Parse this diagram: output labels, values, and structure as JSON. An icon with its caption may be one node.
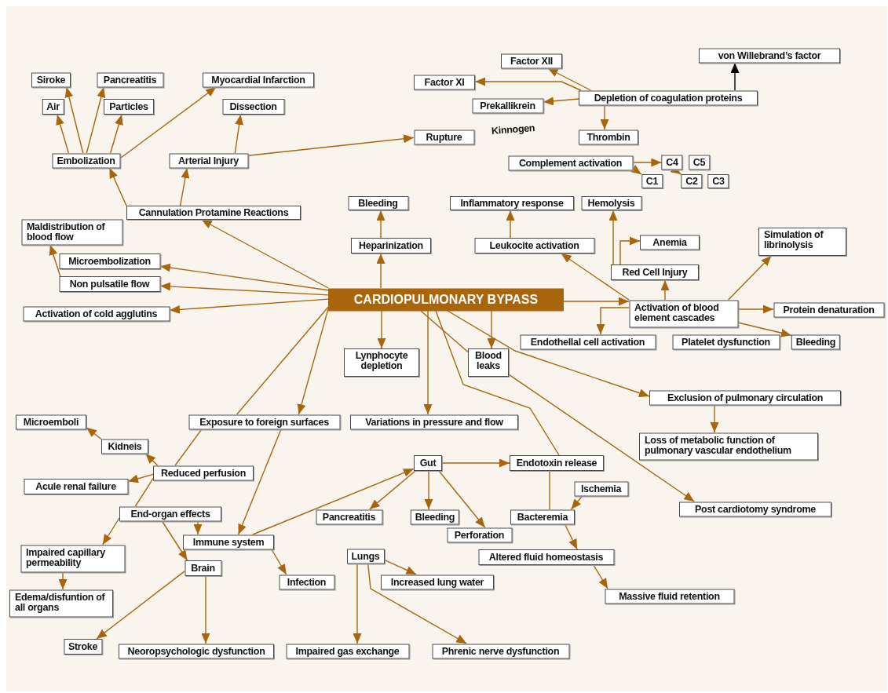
{
  "diagram": {
    "nodes": [
      {
        "text": [
          "CARDIOPULMONARY BYPASS"
        ]
      },
      {
        "text": [
          "Siroke"
        ]
      },
      {
        "text": [
          "Pancreatitis"
        ]
      },
      {
        "text": [
          "Myocardial Infarction"
        ]
      },
      {
        "text": [
          "Air"
        ]
      },
      {
        "text": [
          "Particles"
        ]
      },
      {
        "text": [
          "Dissection"
        ]
      },
      {
        "text": [
          "Embolization"
        ]
      },
      {
        "text": [
          "Arterial Injury"
        ]
      },
      {
        "text": [
          "Rupture"
        ]
      },
      {
        "text": [
          "Factor XII"
        ]
      },
      {
        "text": [
          "Factor XI"
        ]
      },
      {
        "text": [
          "Prekallikrein"
        ]
      },
      {
        "text": [
          "Depletion of coagulation proteins"
        ]
      },
      {
        "text": [
          "von Willebrand’s factor"
        ]
      },
      {
        "text": [
          "Thrombin"
        ]
      },
      {
        "text": [
          "Complement activation"
        ]
      },
      {
        "text": [
          "C4"
        ]
      },
      {
        "text": [
          "C5"
        ]
      },
      {
        "text": [
          "C1"
        ]
      },
      {
        "text": [
          "C2"
        ]
      },
      {
        "text": [
          "C3"
        ]
      },
      {
        "text": [
          "Cannulation Protamine Reactions"
        ]
      },
      {
        "text": [
          "Maldistribution of blood flow"
        ]
      },
      {
        "text": [
          "Microembolization"
        ]
      },
      {
        "text": [
          "Non pulsatile flow"
        ]
      },
      {
        "text": [
          "Activation of cold agglutins"
        ]
      },
      {
        "text": [
          "Bleeding"
        ]
      },
      {
        "text": [
          "Heparinization"
        ]
      },
      {
        "text": [
          "Inflammatory response"
        ]
      },
      {
        "text": [
          "Leukocite activation"
        ]
      },
      {
        "text": [
          "Hemolysis"
        ]
      },
      {
        "text": [
          "Anemia"
        ]
      },
      {
        "text": [
          "Red Cell Injury"
        ]
      },
      {
        "text": [
          "Simulation of librinolysis"
        ]
      },
      {
        "text": [
          "Activation of blood element cascades"
        ]
      },
      {
        "text": [
          "Protein denaturation"
        ]
      },
      {
        "text": [
          "Endothellal cell activation"
        ]
      },
      {
        "text": [
          "Platelet dysfunction"
        ]
      },
      {
        "text": [
          "Bleeding"
        ]
      },
      {
        "text": [
          "Lynphocyte depletion"
        ]
      },
      {
        "text": [
          "Blood leaks"
        ]
      },
      {
        "text": [
          "Exclusion of pulmonary circulation"
        ]
      },
      {
        "text": [
          "Loss of metabolic function of pulmonary vascular endothelium"
        ]
      },
      {
        "text": [
          "Exposure to foreign surfaces"
        ]
      },
      {
        "text": [
          "Variations in pressure and flow"
        ]
      },
      {
        "text": [
          "Microemboli"
        ]
      },
      {
        "text": [
          "Kidneis"
        ]
      },
      {
        "text": [
          "Reduced perfusion"
        ]
      },
      {
        "text": [
          "Acule renal failure"
        ]
      },
      {
        "text": [
          "Gut"
        ]
      },
      {
        "text": [
          "Endotoxin release"
        ]
      },
      {
        "text": [
          "Ischemia"
        ]
      },
      {
        "text": [
          "Post cardiotomy syndrome"
        ]
      },
      {
        "text": [
          "End-organ effects"
        ]
      },
      {
        "text": [
          "Pancreatitis"
        ]
      },
      {
        "text": [
          "Bleeding"
        ]
      },
      {
        "text": [
          "Perforation"
        ]
      },
      {
        "text": [
          "Bacteremia"
        ]
      },
      {
        "text": [
          "Immune system"
        ]
      },
      {
        "text": [
          "Impaired capillary permeability"
        ]
      },
      {
        "text": [
          "Brain"
        ]
      },
      {
        "text": [
          "Infection"
        ]
      },
      {
        "text": [
          "Lungs"
        ]
      },
      {
        "text": [
          "Increased lung water"
        ]
      },
      {
        "text": [
          "Altered fluid homeostasis"
        ]
      },
      {
        "text": [
          "Edema/disfuntion of all organs"
        ]
      },
      {
        "text": [
          "Massive fluid retention"
        ]
      },
      {
        "text": [
          "Stroke"
        ]
      },
      {
        "text": [
          "Neoropsychologic dysfunction"
        ]
      },
      {
        "text": [
          "Impaired gas exchange"
        ]
      },
      {
        "text": [
          "Phrenic nerve dysfunction"
        ]
      }
    ],
    "edges": [
      {
        "from": 7,
        "to": 1,
        "arrow": "to"
      },
      {
        "from": 7,
        "to": 2,
        "arrow": "to"
      },
      {
        "from": 7,
        "to": 4,
        "arrow": "to"
      },
      {
        "from": 7,
        "to": 5,
        "arrow": "to"
      },
      {
        "from": 7,
        "to": 3,
        "arrow": "to"
      },
      {
        "from": 8,
        "to": 6,
        "arrow": "to"
      },
      {
        "from": 8,
        "to": 9,
        "arrow": "to"
      },
      {
        "from": 22,
        "to": 7,
        "arrow": "to"
      },
      {
        "from": 22,
        "to": 8,
        "arrow": "to"
      },
      {
        "from": 0,
        "to": 22,
        "arrow": "to"
      },
      {
        "from": 0,
        "to": 24,
        "arrow": "to"
      },
      {
        "from": 0,
        "to": 25,
        "arrow": "to"
      },
      {
        "from": 0,
        "to": 26,
        "arrow": "to"
      },
      {
        "from": 25,
        "to": 23,
        "arrow": "to"
      },
      {
        "from": 0,
        "to": 28,
        "arrow": "to"
      },
      {
        "from": 28,
        "to": 27,
        "arrow": "to"
      },
      {
        "from": 0,
        "to": 35,
        "arrow": "to"
      },
      {
        "from": 35,
        "to": 33,
        "arrow": "to"
      },
      {
        "from": 33,
        "to": 31,
        "arrow": "to"
      },
      {
        "from": 33,
        "to": 32,
        "arrow": "to"
      },
      {
        "from": 35,
        "to": 30,
        "arrow": "to"
      },
      {
        "from": 30,
        "to": 29,
        "arrow": "to"
      },
      {
        "from": 35,
        "to": 34,
        "arrow": "to"
      },
      {
        "from": 35,
        "to": 36,
        "arrow": "to"
      },
      {
        "from": 35,
        "to": 39,
        "arrow": "to"
      },
      {
        "from": 35,
        "to": 37,
        "arrow": "to"
      },
      {
        "from": 13,
        "to": 10,
        "arrow": "to"
      },
      {
        "from": 13,
        "to": 11,
        "arrow": "to"
      },
      {
        "from": 13,
        "to": 12,
        "arrow": "to"
      },
      {
        "from": 13,
        "to": 14,
        "arrow": "to",
        "color": "#000000"
      },
      {
        "from": 13,
        "to": 15,
        "arrow": "to"
      },
      {
        "from": 16,
        "to": 17,
        "arrow": "to"
      },
      {
        "from": 16,
        "to": 19,
        "arrow": "to"
      },
      {
        "from": 17,
        "to": 20,
        "arrow": "to"
      },
      {
        "from": 0,
        "to": 40,
        "arrow": "to"
      },
      {
        "from": 0,
        "to": 45,
        "arrow": "to"
      },
      {
        "from": 0,
        "to": 41,
        "arrow": "to"
      },
      {
        "from": 0,
        "to": 51,
        "arrow": "none"
      },
      {
        "from": 0,
        "to": 41,
        "arrow": "none"
      },
      {
        "from": 0,
        "to": 42,
        "arrow": "to"
      },
      {
        "from": 42,
        "to": 43,
        "arrow": "to"
      },
      {
        "from": 0,
        "to": 44,
        "arrow": "to"
      },
      {
        "from": 0,
        "to": 44,
        "arrow": "none"
      },
      {
        "from": 44,
        "to": 59,
        "arrow": "to"
      },
      {
        "from": 48,
        "to": 47,
        "arrow": "to"
      },
      {
        "from": 48,
        "to": 49,
        "arrow": "to"
      },
      {
        "from": 47,
        "to": 46,
        "arrow": "to"
      },
      {
        "from": 54,
        "to": 59,
        "arrow": "to"
      },
      {
        "from": 54,
        "to": 61,
        "arrow": "to"
      },
      {
        "from": 59,
        "to": 62,
        "arrow": "to"
      },
      {
        "from": 59,
        "to": 50,
        "arrow": "to"
      },
      {
        "from": 50,
        "to": 51,
        "arrow": "to"
      },
      {
        "from": 50,
        "to": 55,
        "arrow": "to"
      },
      {
        "from": 50,
        "to": 56,
        "arrow": "to"
      },
      {
        "from": 50,
        "to": 57,
        "arrow": "to"
      },
      {
        "from": 52,
        "to": 58,
        "arrow": "to"
      },
      {
        "from": 65,
        "to": 67,
        "arrow": "to"
      },
      {
        "from": 60,
        "to": 66,
        "arrow": "to"
      },
      {
        "from": 61,
        "to": 68,
        "arrow": "to"
      },
      {
        "from": 61,
        "to": 69,
        "arrow": "to"
      },
      {
        "from": 63,
        "to": 64,
        "arrow": "to"
      },
      {
        "from": 63,
        "to": 70,
        "arrow": "to"
      },
      {
        "from": 63,
        "to": 71,
        "arrow": "to"
      },
      {
        "from": 51,
        "to": 58,
        "arrow": "none"
      },
      {
        "from": 58,
        "to": 65,
        "arrow": "to"
      },
      {
        "from": 41,
        "to": 53,
        "arrow": "to"
      },
      {
        "from": 44,
        "to": 48,
        "arrow": "none"
      },
      {
        "from": 48,
        "to": 54,
        "arrow": "none"
      },
      {
        "from": 54,
        "to": 60,
        "arrow": "to"
      }
    ],
    "labels": [
      "Kinnogen"
    ]
  }
}
